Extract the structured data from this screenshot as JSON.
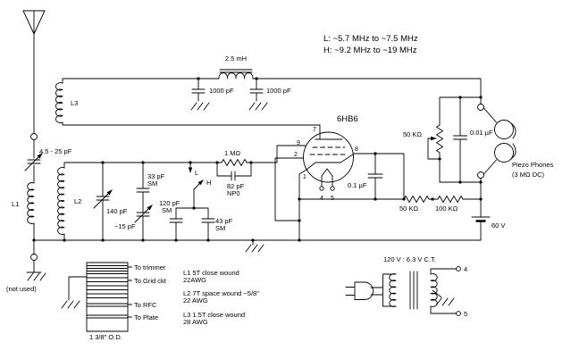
{
  "colors": {
    "ink": "#000000",
    "background": "#ffffff"
  },
  "notes": {
    "freq_low": "L:  ~5.7 MHz to ~7.5 MHz",
    "freq_high": "H:  ~9.2 MHz to ~19 MHz",
    "not_used": "(not used)"
  },
  "tube": {
    "name": "6HB6",
    "pins": {
      "p7": "7",
      "p9": "9",
      "p2": "2",
      "p8": "8",
      "p1": "1",
      "p4": "4",
      "p5": "5"
    }
  },
  "components": {
    "antenna_cap": "4.5 - 25 pF",
    "l1": "L1",
    "l2": "L2",
    "l3": "L3",
    "rfc": "2.5 mH",
    "bypass_left": "1000 pF",
    "bypass_right": "1000 pF",
    "tuning_cap": "140 pF",
    "series_cap": "33 pF",
    "series_cap_type": "SM",
    "trimmer_cap": "~15 pF",
    "switch_low": "L",
    "switch_high": "H",
    "pad_cap1": "120 pF",
    "pad_cap1_type": "SM",
    "pad_cap2": "43 pF",
    "pad_cap2_type": "SM",
    "grid_resistor": "1 MΩ",
    "grid_cap": "82 pF",
    "grid_cap_type": "NP0",
    "plate_cap": "0.1 µF",
    "dropping_resistor": "50 KΩ",
    "feed_resistor": "100 KΩ",
    "battery": "60 V",
    "volume_pot": "50 KΩ",
    "audio_cap": "0.01 µF",
    "phones_line1": "Piezo Phones",
    "phones_line2": "(3 MΩ DC)"
  },
  "coil_form": {
    "taps": [
      "To trimmer",
      "To Grid ckt",
      "To RFC",
      "To Plate"
    ],
    "diameter": "1 3/8\" O.D.",
    "winding_notes": [
      {
        "spec": "L1  5T close wound",
        "wire": "22AWG"
      },
      {
        "spec": "L2  7T space wound ~5/8\"",
        "wire": "22 AWG"
      },
      {
        "spec": "L3  1.5T close wound",
        "wire": "28 AWG"
      }
    ]
  },
  "transformer": {
    "rating": "120 V : 6.3 V C.T.",
    "terminal_top": "4",
    "terminal_bottom": "5"
  }
}
